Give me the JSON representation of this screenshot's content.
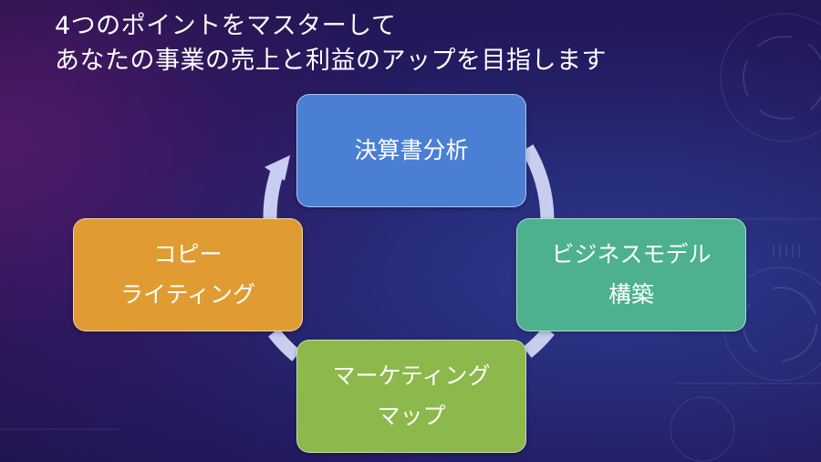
{
  "title": {
    "line1": "4つのポイントをマスターして",
    "line2": "あなたの事業の売上と利益のアップを目指します"
  },
  "cycle": {
    "nodes": [
      {
        "lines": [
          "決算書分析"
        ],
        "color": "#4a7fd4"
      },
      {
        "lines": [
          "ビジネスモデル",
          "構築"
        ],
        "color": "#4db08f"
      },
      {
        "lines": [
          "マーケティング",
          "マップ"
        ],
        "color": "#8db84b"
      },
      {
        "lines": [
          "コピー",
          "ライティング"
        ],
        "color": "#e09c32"
      }
    ],
    "arrow_color": "#c9cdf0"
  }
}
